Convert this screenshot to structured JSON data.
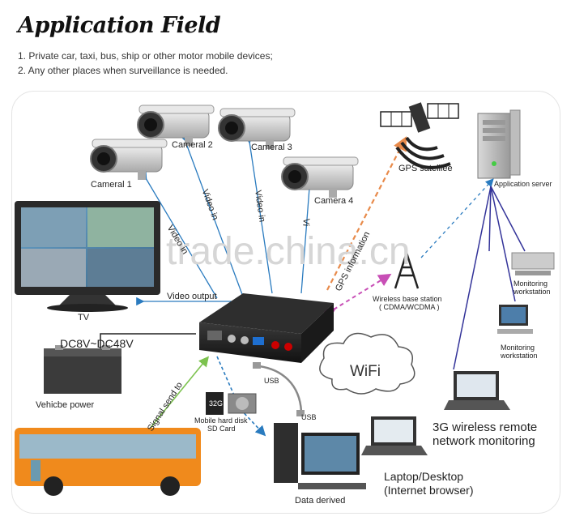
{
  "title": "Application Field",
  "intro": [
    "1. Private car, taxi, bus, ship or other motor mobile devices;",
    "2. Any other places when surveillance is needed."
  ],
  "labels": {
    "camera1": "Cameral 1",
    "camera2": "Cameral 2",
    "camera3": "Cameral 3",
    "camera4": "Camera 4",
    "gps": "GPS satelliee",
    "app_server": "Application server",
    "tv": "TV",
    "video_output": "Video output",
    "wireless_base_1": "Wireless base station",
    "wireless_base_2": "( CDMA/WCDMA )",
    "monitoring_1a": "Monitoring",
    "monitoring_1b": "workstation",
    "monitoring_2a": "Monitoring",
    "monitoring_2b": "workstation",
    "dc": "DC8V~DC48V",
    "power": "Vehicbe power",
    "wifi": "WiFi",
    "usb1": "USB",
    "usb2": "USB",
    "sd_1": "Mobile hard disk",
    "sd_2": "SD Card",
    "sd_badge": "32G",
    "remote_1": "3G wireless remote",
    "remote_2": "network monitoring",
    "laptop_1": "Laptop/Desktop",
    "laptop_2": "(Internet browser)",
    "data_derived": "Data derived",
    "signal": "Signal send to",
    "video_in": "Video in",
    "vi_partial": "Vi",
    "gps_info": "GPS information",
    "watermark": "trade.china.cn"
  },
  "colors": {
    "video_line": "#2a7bbf",
    "gps_line": "#e88a4a",
    "wireless_line": "#c84fb6",
    "signal_line": "#7cc24e",
    "server_line": "#333399",
    "bus_orange": "#f08a1c"
  }
}
